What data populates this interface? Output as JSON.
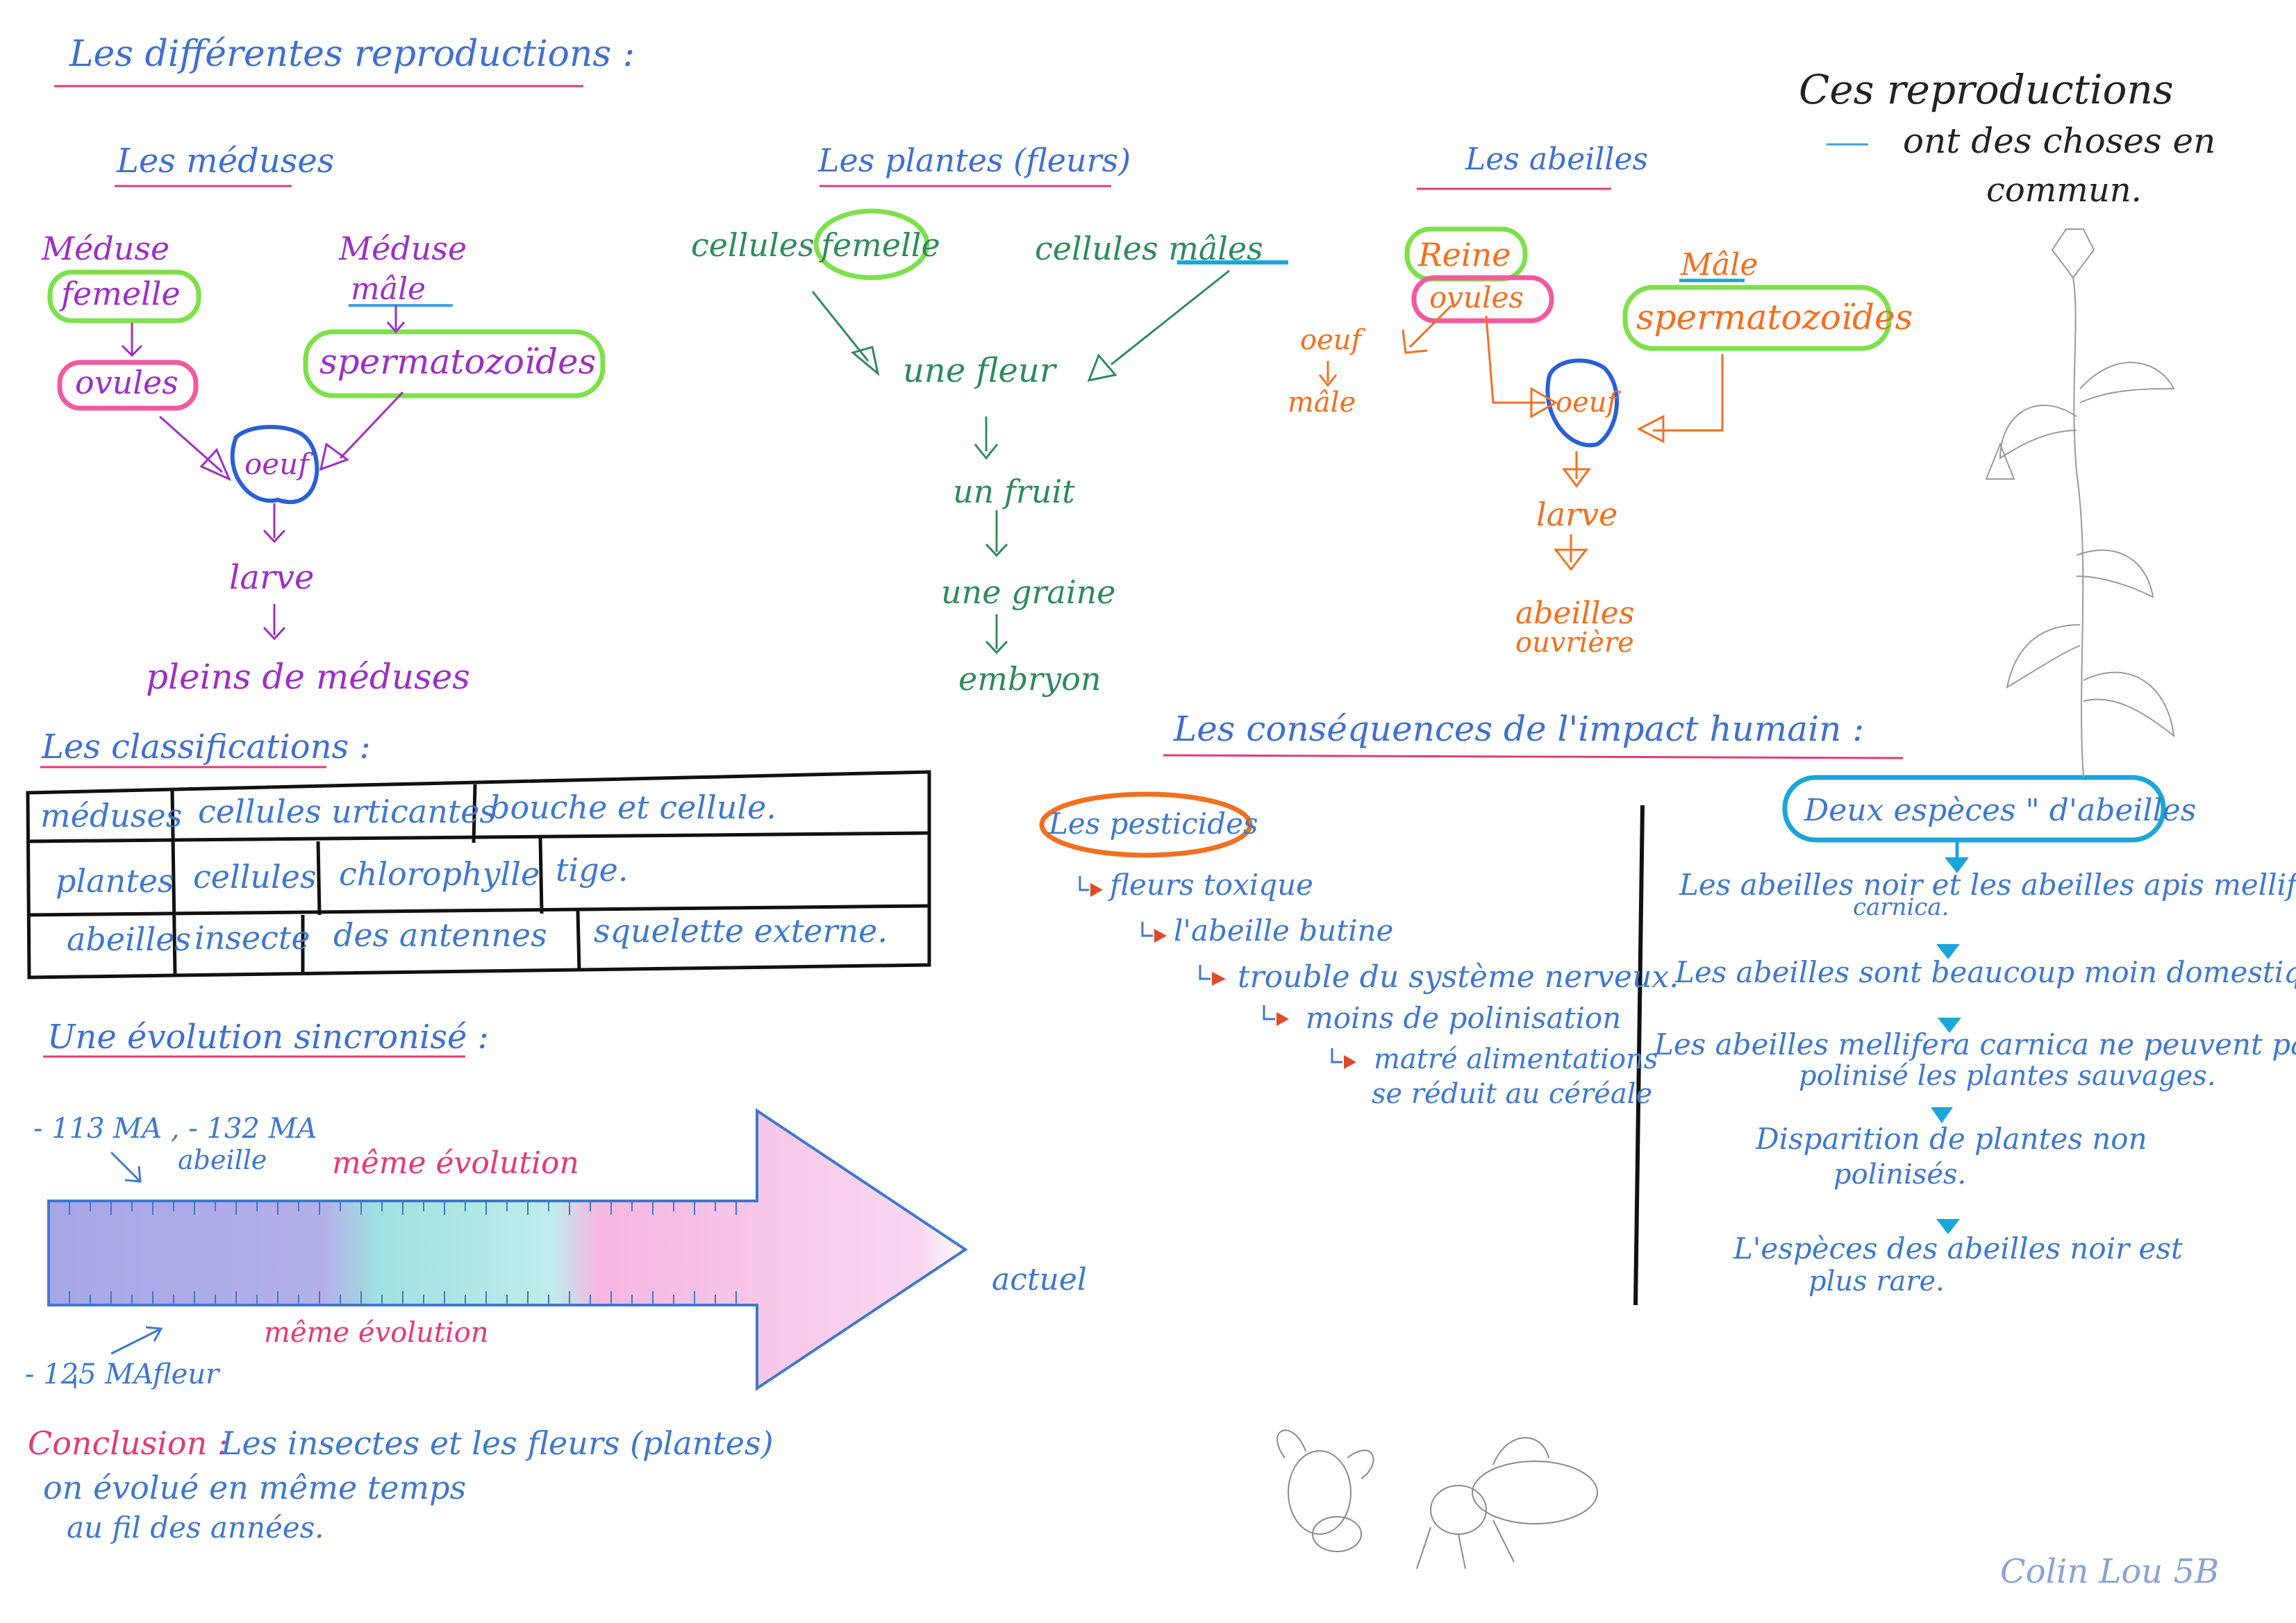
{
  "title": "Les différentes reproductions :",
  "note": {
    "line1": "Ces reproductions",
    "line2": "ont des choses en",
    "line3": "commun."
  },
  "meduses": {
    "heading": "Les méduses",
    "female_title": "Méduse",
    "female": "femelle",
    "male_title": "Méduse",
    "male": "mâle",
    "ovules": "ovules",
    "sperm": "spermatozoïdes",
    "oeuf": "oeuf",
    "larve": "larve",
    "result": "pleins de méduses"
  },
  "plantes": {
    "heading": "Les plantes (fleurs)",
    "cell_prefix": "cellules",
    "female": "femelle",
    "male": "cellules mâles",
    "fleur": "une fleur",
    "fruit": "un fruit",
    "graine": "une graine",
    "embryon": "embryon"
  },
  "abeilles": {
    "heading": "Les abeilles",
    "reine": "Reine",
    "ovules": "ovules",
    "male_title": "Mâle",
    "sperm": "spermatozoïdes",
    "oeuf_left": "oeuf",
    "male_left": "mâle",
    "oeuf": "oeuf",
    "larve": "larve",
    "ouvriere_1": "abeilles",
    "ouvriere_2": "ouvrière"
  },
  "classifications": {
    "heading": "Les classifications :",
    "rows": [
      [
        "méduses",
        "cellules urticantes",
        "bouche et cellule."
      ],
      [
        "plantes",
        "cellules",
        "chlorophylle",
        "tige."
      ],
      [
        "abeilles",
        "insecte",
        "des antennes",
        "squelette externe."
      ]
    ]
  },
  "evolution": {
    "heading": "Une évolution sincronisé :",
    "dates_top": "- 113 MA , - 132 MA",
    "abeille": "abeille",
    "meme_top": "même évolution",
    "meme_bottom": "même évolution",
    "date_bottom": "- 125 MA",
    "fleur": "fleur",
    "actuel": "actuel",
    "colors": [
      "#8a88dd",
      "#7fd8d6",
      "#f29ed8"
    ]
  },
  "conclusion": {
    "label": "Conclusion :",
    "line1": "Les insectes et les fleurs (plantes)",
    "line2": "on évolué en même temps",
    "line3": "au fil des années."
  },
  "consequences": {
    "heading": "Les conséquences de l'impact humain :",
    "pesticides_label": "Les pesticides",
    "pesticides": [
      "fleurs toxique",
      "l'abeille butine",
      "trouble du système nerveux.",
      "moins de polinisation",
      "matré alimentations",
      "se réduit au céréale"
    ],
    "species_label": "Deux espèces \" d'abeilles",
    "species": [
      "Les abeilles noir et les abeilles apis mellifera",
      "carnica.",
      "Les abeilles sont beaucoup moin domestiqués",
      "Les abeilles mellifera carnica ne peuvent pas",
      "polinisé les plantes sauvages.",
      "Disparition de plantes non",
      "polinisés.",
      "L'espèces des abeilles noir est",
      "plus rare."
    ]
  },
  "signature": "Colin Lou 5B"
}
